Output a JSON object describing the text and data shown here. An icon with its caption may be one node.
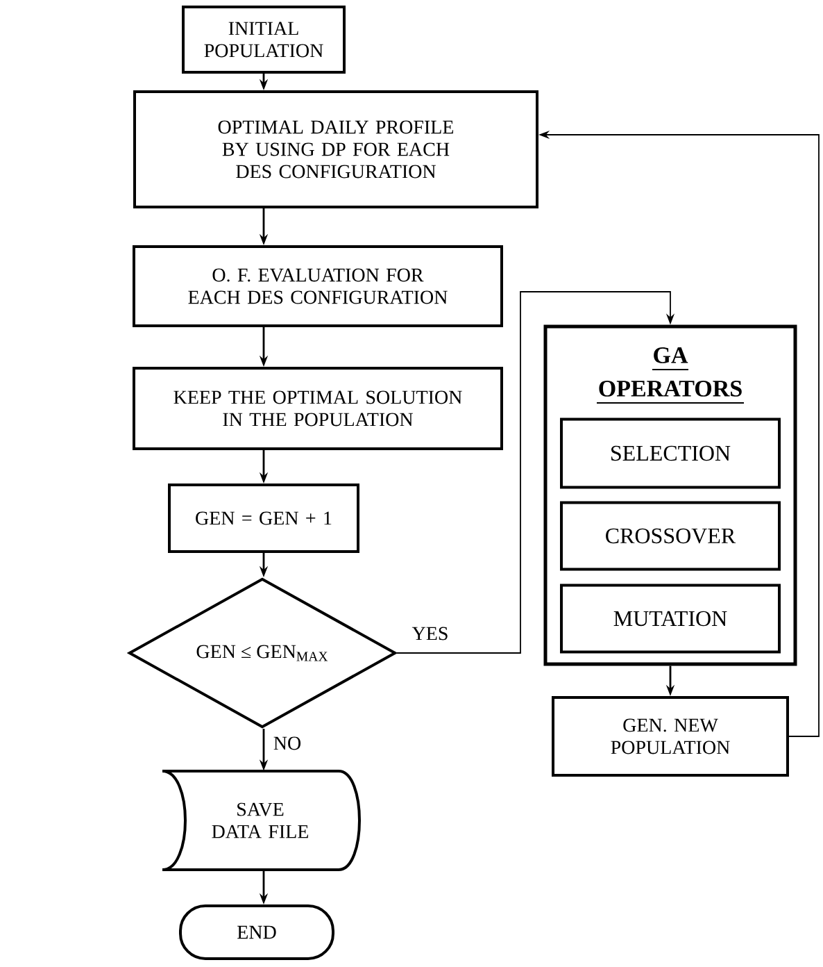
{
  "diagram": {
    "nodes": [
      {
        "text": [
          "INITIAL POPULATION"
        ]
      },
      {
        "text": [
          "OPTIMAL DAILY PROFILE BY USING DP FOR EACH DES CONFIGURATION"
        ]
      },
      {
        "text": [
          "O. F. EVALUATION FOR EACH DES CONFIGURATION"
        ]
      },
      {
        "text": [
          "KEEP THE OPTIMAL SOLUTION IN THE POPULATION"
        ]
      },
      {
        "text": [
          "GEN = GEN + 1"
        ]
      },
      {
        "text": [
          "GEN ≤ GEN$_{MAX}$"
        ]
      },
      {
        "text": [
          "SAVE DATA FILE"
        ]
      },
      {
        "text": [
          "END"
        ]
      },
      {
        "text": [
          "GA OPERATORS"
        ]
      },
      {
        "text": [
          "SELECTION"
        ],
        "in": 8
      },
      {
        "text": [
          "CROSSOVER"
        ],
        "in": 8
      },
      {
        "text": [
          "MUTATION"
        ],
        "in": 8
      },
      {
        "text": [
          "GEN. NEW POPULATION"
        ]
      }
    ],
    "edges": [
      {
        "from": 0,
        "to": 1,
        "arrow": "to"
      },
      {
        "from": 1,
        "to": 2,
        "arrow": "to"
      },
      {
        "from": 2,
        "to": 3,
        "arrow": "to"
      },
      {
        "from": 3,
        "to": 4,
        "arrow": "to"
      },
      {
        "from": 4,
        "to": 5,
        "arrow": "to"
      },
      {
        "from": 5,
        "to": 8,
        "arrow": "to",
        "label": "YES"
      },
      {
        "from": 5,
        "to": 6,
        "arrow": "to",
        "label": "NO"
      },
      {
        "from": 6,
        "to": 7,
        "arrow": "to"
      },
      {
        "from": 8,
        "to": 12,
        "arrow": "to"
      },
      {
        "from": 12,
        "to": 1,
        "arrow": "to"
      }
    ]
  }
}
